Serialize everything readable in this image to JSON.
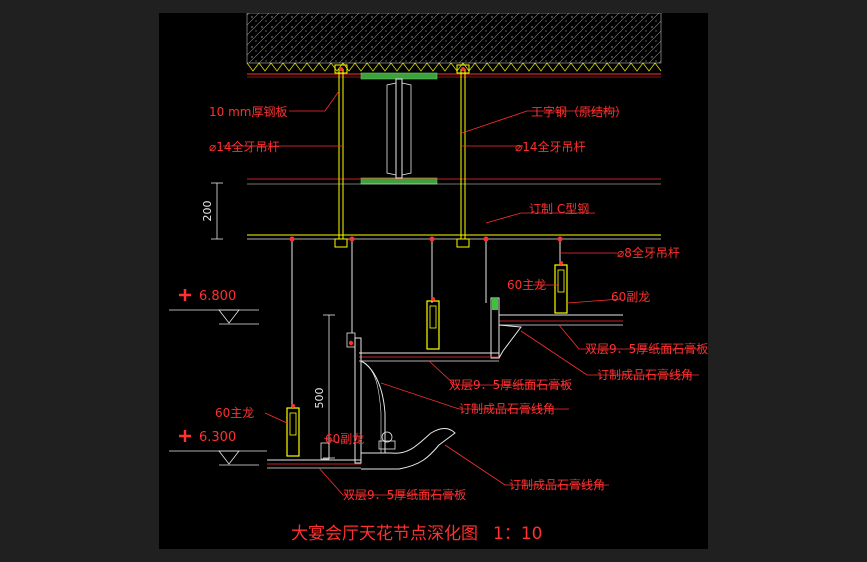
{
  "title": "大宴会厅天花节点深化图",
  "scale": "1：10",
  "labels": {
    "steel_plate": "10 mm厚钢板",
    "i_beam": "工字钢（原结构）",
    "rod_left": "⌀14全牙吊杆",
    "rod_right": "⌀14全牙吊杆",
    "c_steel": "订制 C型钢",
    "rod_8": "⌀8全牙吊杆",
    "main_keel_top": "60主龙",
    "sub_keel_top": "60副龙",
    "board_upper": "双层9．5厚纸面石膏板",
    "molding_upper": "订制成品石膏线角",
    "board_mid": "双层9．5厚纸面石膏板",
    "molding_mid": "订制成品石膏线角",
    "main_keel_low": "60主龙",
    "sub_keel_low": "60副龙",
    "board_low": "双层9．5厚纸面石膏板",
    "molding_low": "订制成品石膏线角"
  },
  "dimensions": {
    "d200": "200",
    "d500": "500"
  },
  "elevations": {
    "upper": "6.800",
    "lower": "6.300"
  },
  "colors": {
    "background": "#000000",
    "frame": "#202020",
    "red": "#ff2020",
    "yellow": "#ffff00",
    "white": "#e8e8e8",
    "green": "#40c040",
    "annotation": "#ff3030"
  }
}
